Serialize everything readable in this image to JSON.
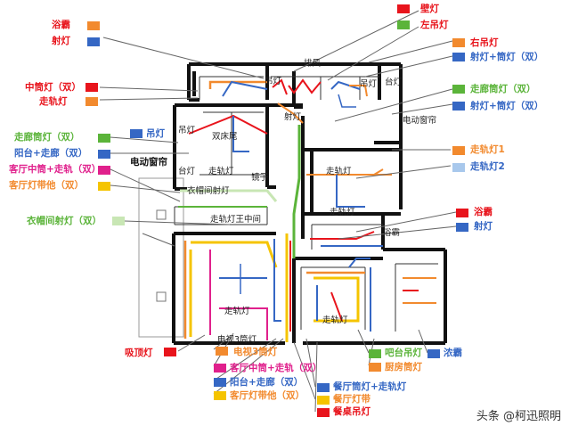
{
  "colors": {
    "red": "#e8141c",
    "blue": "#3567c4",
    "orange": "#f28a2e",
    "green": "#5bb43a",
    "magenta": "#e0208c",
    "yellow": "#f5c400",
    "lightblue": "#a8c8ec",
    "lightgreen": "#c8e6b4",
    "wall": "#111111",
    "leader": "#666666"
  },
  "legend": [
    {
      "text": "浴霸",
      "color": "red",
      "swatch": "orange"
    },
    {
      "text": "射灯",
      "color": "red",
      "swatch": "blue"
    },
    {
      "text": "壁灯",
      "color": "red",
      "swatch": "red"
    },
    {
      "text": "左吊灯",
      "color": "red",
      "swatch": "green"
    },
    {
      "text": "右吊灯",
      "color": "red",
      "swatch": "orange"
    },
    {
      "text": "射灯+筒灯（双）",
      "color": "blue",
      "swatch": "blue"
    },
    {
      "text": "中筒灯（双）",
      "color": "red",
      "swatch": "red"
    },
    {
      "text": "走轨灯",
      "color": "red",
      "swatch": "orange"
    },
    {
      "text": "吊灯",
      "color": "blue",
      "swatch": "blue"
    },
    {
      "text": "走廊筒灯（双）",
      "color": "green",
      "swatch": "green"
    },
    {
      "text": "射灯+筒灯（双）",
      "color": "blue",
      "swatch": "blue"
    },
    {
      "text": "走廊筒灯（双）",
      "color": "green",
      "swatch": "green"
    },
    {
      "text": "阳台+走廊（双）",
      "color": "blue",
      "swatch": "blue"
    },
    {
      "text": "客厅中筒+走轨（双）",
      "color": "magenta",
      "swatch": "magenta"
    },
    {
      "text": "客厅灯带他（双）",
      "color": "orange",
      "swatch": "yellow"
    },
    {
      "text": "走轨灯1",
      "color": "orange",
      "swatch": "orange"
    },
    {
      "text": "走轨灯2",
      "color": "blue",
      "swatch": "lightblue"
    },
    {
      "text": "衣帽间射灯（双）",
      "color": "green",
      "swatch": "lightgreen"
    },
    {
      "text": "浴霸",
      "color": "red",
      "swatch": "red"
    },
    {
      "text": "射灯",
      "color": "blue",
      "swatch": "blue"
    },
    {
      "text": "吸顶灯",
      "color": "red",
      "swatch": "red"
    },
    {
      "text": "电视3筒灯",
      "color": "orange",
      "swatch": "orange"
    },
    {
      "text": "客厅中筒+走轨（双）",
      "color": "magenta",
      "swatch": "magenta"
    },
    {
      "text": "阳台+走廊（双）",
      "color": "blue",
      "swatch": "blue"
    },
    {
      "text": "客厅灯带他（双）",
      "color": "orange",
      "swatch": "yellow"
    },
    {
      "text": "吧台吊灯",
      "color": "green",
      "swatch": "green"
    },
    {
      "text": "浓霸",
      "color": "blue",
      "swatch": "blue"
    },
    {
      "text": "厨房筒灯",
      "color": "orange",
      "swatch": "orange"
    },
    {
      "text": "餐厅筒灯+走轨灯",
      "color": "blue",
      "swatch": "blue"
    },
    {
      "text": "餐厅灯带",
      "color": "orange",
      "swatch": "yellow"
    },
    {
      "text": "餐桌吊灯",
      "color": "red",
      "swatch": "red"
    }
  ],
  "standalone": [
    "电动窗帘"
  ],
  "rooms": [
    "排风",
    "吊灯",
    "吊灯",
    "台灯",
    "电动窗帘",
    "吊灯",
    "双床尾",
    "射灯",
    "台灯",
    "走轨灯",
    "镜子",
    "走轨灯",
    "衣帽间射灯",
    "走轨灯王中间",
    "浴霸",
    "走轨灯",
    "走轨灯",
    "电视3筒灯",
    "走轨灯"
  ],
  "watermark": "头条 @柯迅照明"
}
